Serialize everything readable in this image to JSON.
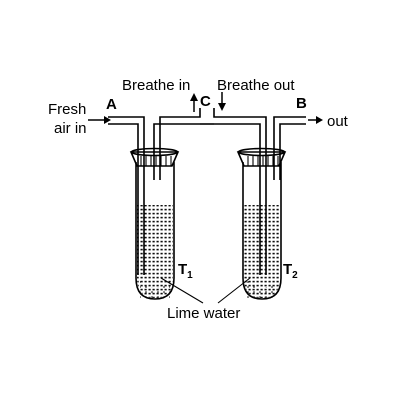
{
  "labels": {
    "fresh_line1": "Fresh",
    "fresh_line2": "air in",
    "point_a": "A",
    "breathe_in": "Breathe in",
    "point_c": "C",
    "breathe_out": "Breathe out",
    "point_b": "B",
    "out": "out",
    "tube1_letter": "T",
    "tube1_sub": "1",
    "tube2_letter": "T",
    "tube2_sub": "2",
    "lime_water": "Lime water"
  }
}
